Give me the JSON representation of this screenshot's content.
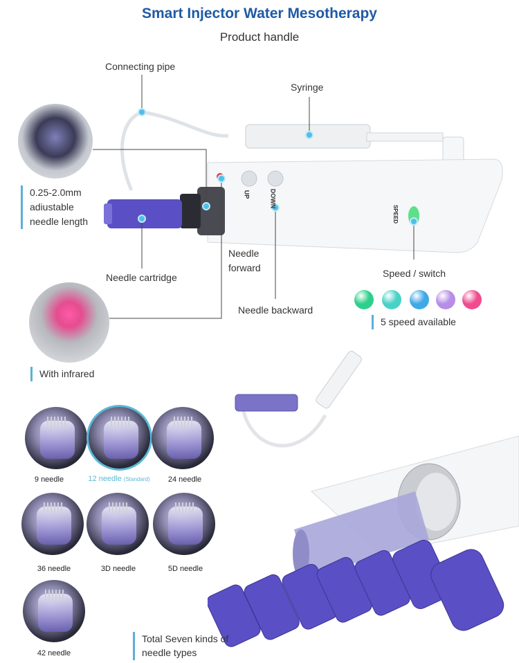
{
  "header": {
    "title": "Smart Injector Water Mesotherapy",
    "subtitle": "Product handle"
  },
  "callouts": {
    "connecting_pipe": "Connecting pipe",
    "syringe": "Syringe",
    "needle_length_1": "0.25-2.0mm",
    "needle_length_2": "adiustable",
    "needle_length_3": "needle length",
    "needle_cartridge": "Needle cartridge",
    "needle_forward_1": "Needle",
    "needle_forward_2": "forward",
    "needle_backward": "Needle backward",
    "speed_switch": "Speed / switch",
    "speed_available": "5 speed available",
    "with_infrared": "With infrared",
    "total_kinds_1": "Total Seven kinds of",
    "total_kinds_2": "needle types"
  },
  "device": {
    "up_label": "UP",
    "down_label": "DOWN",
    "speed_label": "SPEED"
  },
  "speed_colors": [
    "#2ecf8a",
    "#48d2c6",
    "#3fa8e6",
    "#b78de8",
    "#f04b8f"
  ],
  "needles": [
    {
      "label": "9 needle",
      "standard": ""
    },
    {
      "label": "12 needle",
      "standard": "(Standard)"
    },
    {
      "label": "24 needle",
      "standard": ""
    },
    {
      "label": "36 needle",
      "standard": ""
    },
    {
      "label": "3D needle",
      "standard": ""
    },
    {
      "label": "5D needle",
      "standard": ""
    },
    {
      "label": "42 needle",
      "standard": ""
    }
  ],
  "colors": {
    "title": "#1f5aa6",
    "accent": "#5ab0d8",
    "highlight_ring": "#5ab8d6",
    "cartridge": "#5a4fc4"
  }
}
